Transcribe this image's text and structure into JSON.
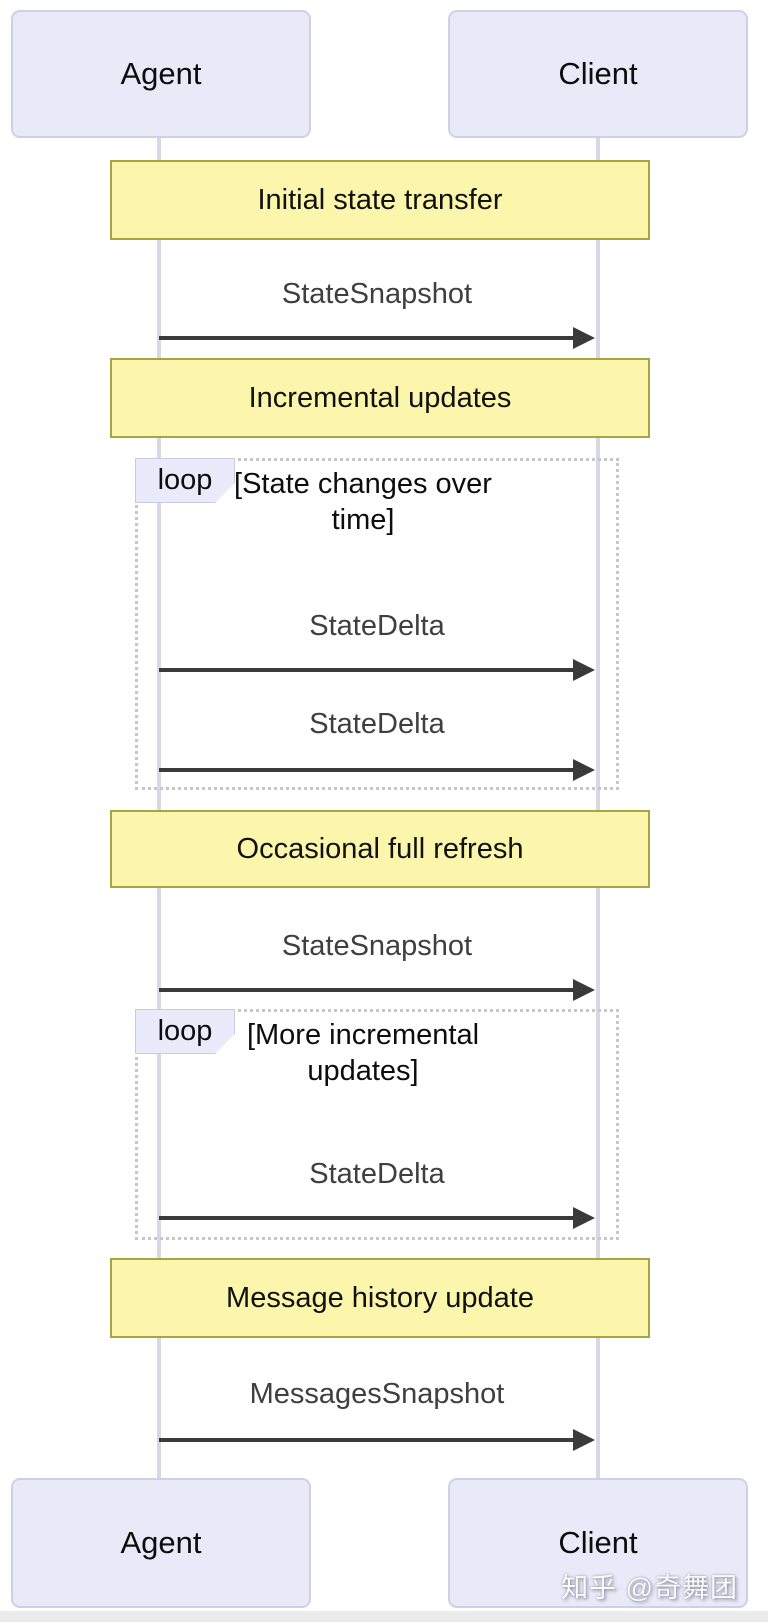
{
  "diagram": {
    "type": "sequence",
    "actors": [
      {
        "label": "Agent"
      },
      {
        "label": "Client"
      }
    ],
    "notes": [
      {
        "label": "Initial state transfer"
      },
      {
        "label": "Incremental updates"
      },
      {
        "label": "Occasional full refresh"
      },
      {
        "label": "Message history update"
      }
    ],
    "messages": [
      {
        "label": "StateSnapshot",
        "from": "Agent",
        "to": "Client"
      },
      {
        "label": "StateDelta",
        "from": "Agent",
        "to": "Client"
      },
      {
        "label": "StateDelta",
        "from": "Agent",
        "to": "Client"
      },
      {
        "label": "StateSnapshot",
        "from": "Agent",
        "to": "Client"
      },
      {
        "label": "StateDelta",
        "from": "Agent",
        "to": "Client"
      },
      {
        "label": "MessagesSnapshot",
        "from": "Agent",
        "to": "Client"
      }
    ],
    "loops": [
      {
        "keyword": "loop",
        "condition": "[State changes over time]"
      },
      {
        "keyword": "loop",
        "condition": "[More incremental updates]"
      }
    ],
    "watermark": "知乎 @奇舞团",
    "colors": {
      "actor_fill": "#e9e9f8",
      "actor_border": "#cfcfe6",
      "note_fill": "#fcf5ac",
      "note_border": "#a9a342",
      "lifeline": "#d7d7e7",
      "arrow": "#3a3a3a",
      "loop_border": "#c6c6cf",
      "loop_label_fill": "#eaeafa"
    }
  }
}
